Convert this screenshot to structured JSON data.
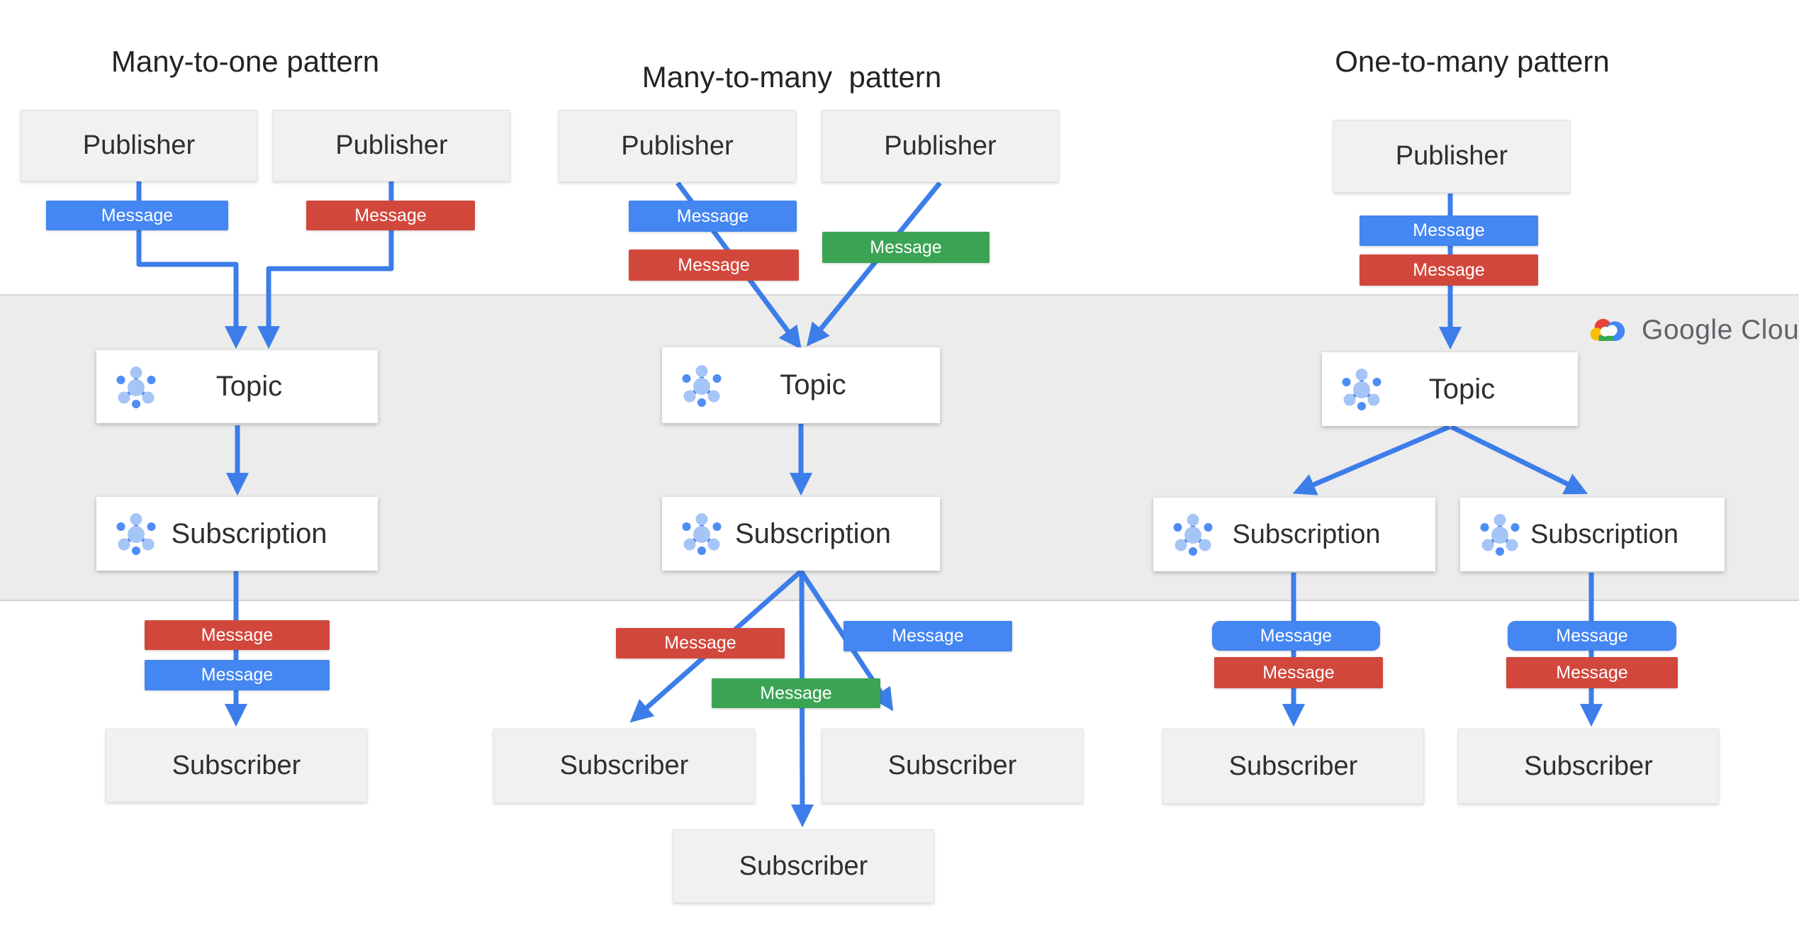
{
  "diagram": {
    "patterns": [
      {
        "title": "Many-to-one pattern",
        "publisher_count": 2,
        "published_messages": [
          "blue",
          "red"
        ],
        "topic_count": 1,
        "subscription_count": 1,
        "delivered_messages": [
          "red",
          "blue"
        ],
        "subscriber_count": 1
      },
      {
        "title": "Many-to-many  pattern",
        "publisher_count": 2,
        "published_messages": [
          "blue",
          "red",
          "green"
        ],
        "topic_count": 1,
        "subscription_count": 1,
        "delivered_messages": [
          "red",
          "green",
          "blue"
        ],
        "subscriber_count": 3
      },
      {
        "title": "One-to-many pattern",
        "publisher_count": 1,
        "published_messages": [
          "blue",
          "red"
        ],
        "topic_count": 1,
        "subscription_count": 2,
        "delivered_messages": [
          "blue",
          "red",
          "blue",
          "red"
        ],
        "subscriber_count": 2
      }
    ],
    "labels": {
      "publisher": "Publisher",
      "topic": "Topic",
      "subscription": "Subscription",
      "subscriber": "Subscriber",
      "message": "Message"
    },
    "logo_text": "Google Cloud",
    "colors": {
      "message_blue": "#4486F2",
      "message_red": "#D2473C",
      "message_green": "#3BA454",
      "arrow_blue": "#3C7DE9",
      "band_gray": "#ECECEC",
      "icon_light_blue": "#A6C5F7",
      "icon_dark_blue": "#4E8DF4"
    }
  }
}
